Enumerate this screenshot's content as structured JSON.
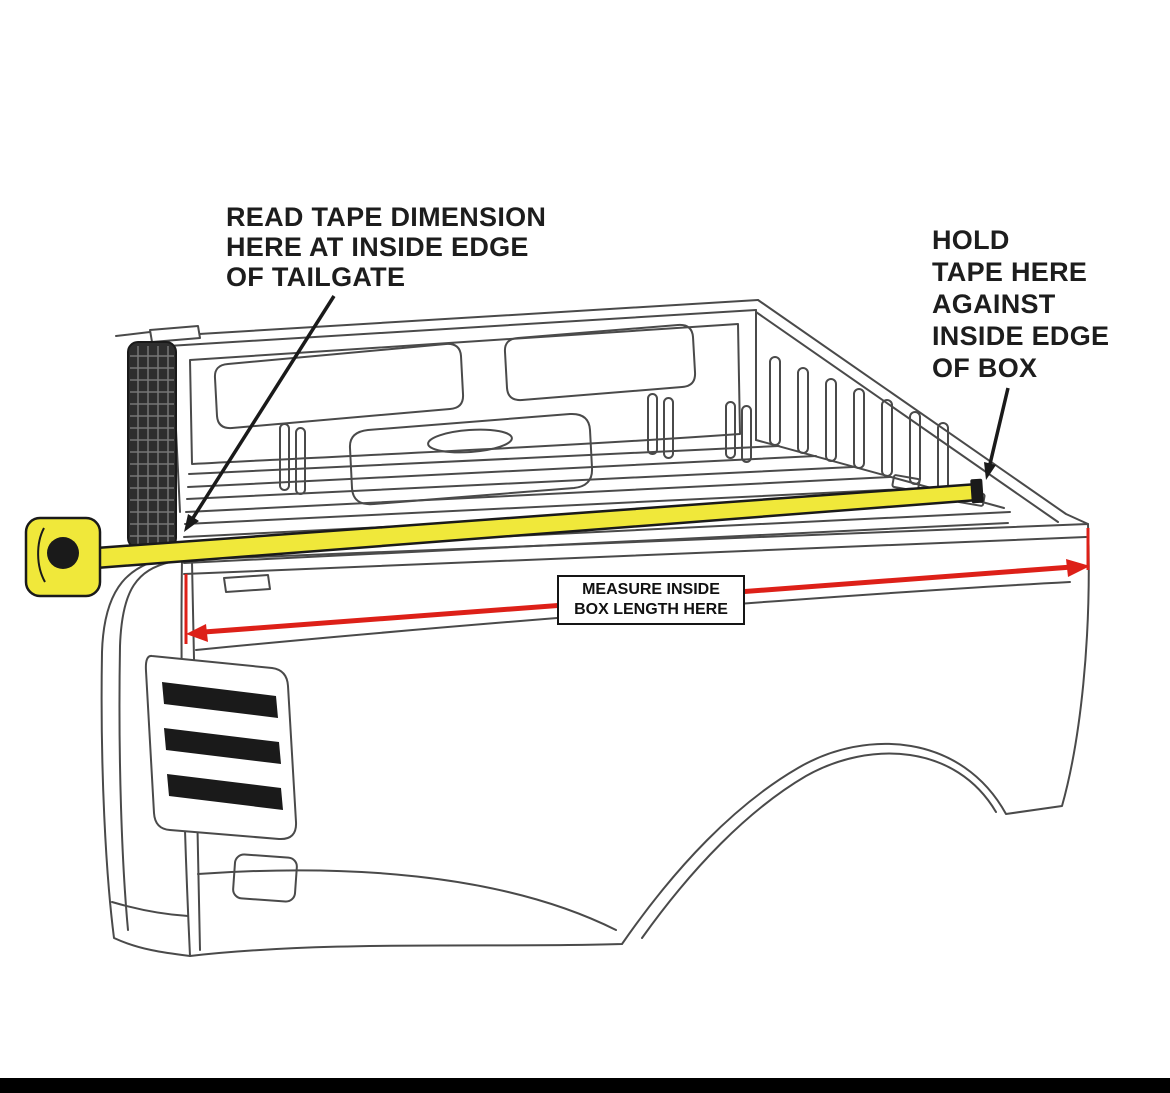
{
  "page": {
    "background_color": "#ffffff",
    "footer_bar_color": "#000000"
  },
  "diagram": {
    "name": "truck-bed-inside-length-measurement-diagram",
    "annotations": {
      "read_tape": {
        "lines": [
          "READ TAPE DIMENSION",
          "HERE AT INSIDE EDGE",
          "OF TAILGATE"
        ]
      },
      "hold_tape": {
        "lines": [
          "HOLD",
          "TAPE HERE",
          "AGAINST",
          "INSIDE EDGE",
          "OF BOX"
        ]
      },
      "measure_label": {
        "lines": [
          "MEASURE INSIDE",
          "BOX LENGTH HERE"
        ]
      }
    },
    "colors": {
      "tape_yellow": "#f0e83a",
      "arrow_red": "#dd2018",
      "outline_gray": "#4a4a4a",
      "annotation_black": "#1a1a1a"
    }
  }
}
